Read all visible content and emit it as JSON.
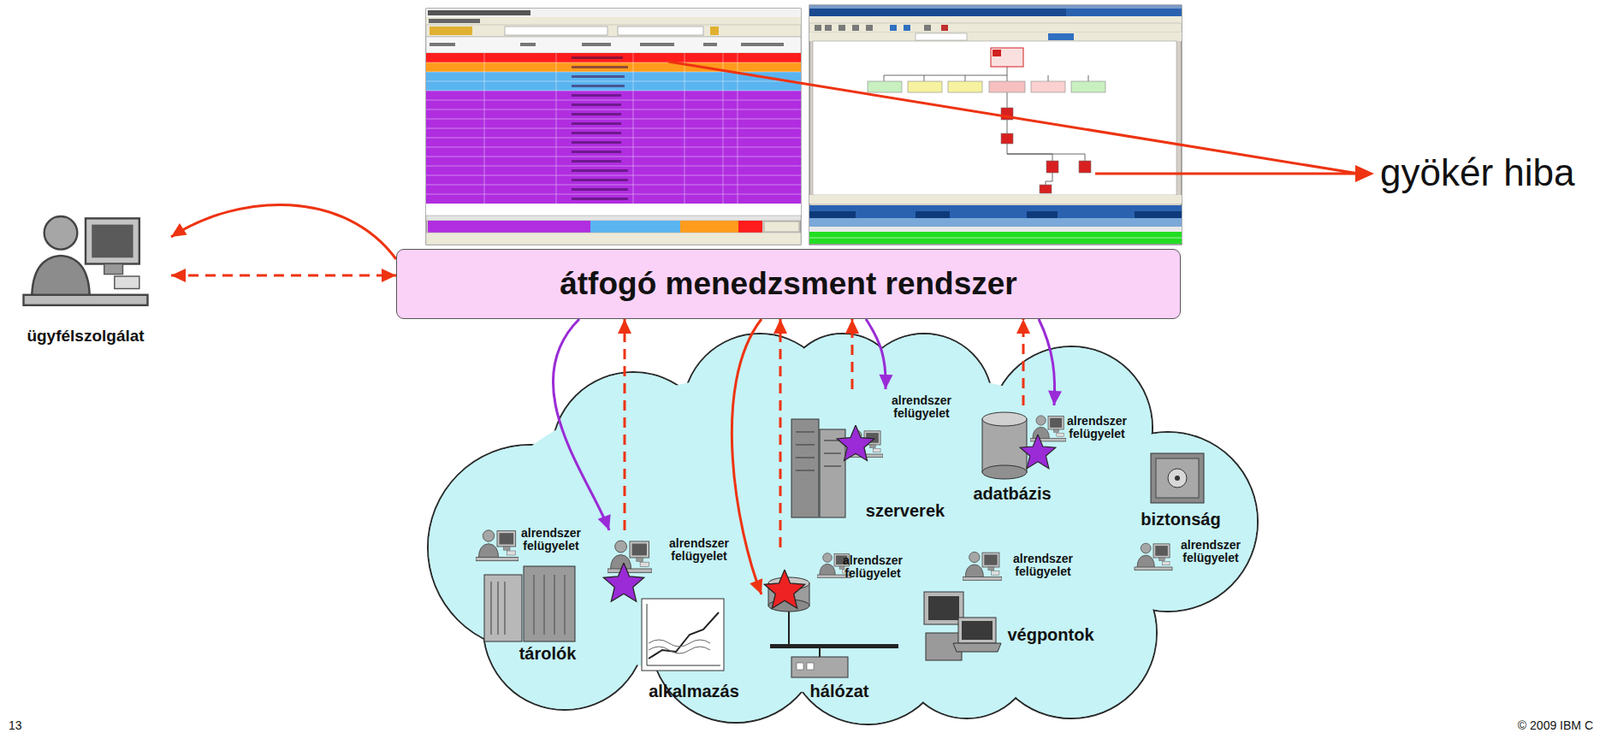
{
  "diagram": {
    "nodes": [
      {
        "text": [
          "ügyfélszolgálat"
        ]
      },
      {
        "text": [
          "átfogó menedzsment rendszer"
        ]
      },
      {
        "text": [
          "alrendszer felügyelet",
          "tárolók"
        ]
      },
      {
        "text": [
          "alrendszer felügyelet",
          "alkalmazás"
        ]
      },
      {
        "text": [
          "alrendszer felügyelet",
          "hálózat"
        ]
      },
      {
        "text": [
          "alrendszer felügyelet",
          "szerverek"
        ]
      },
      {
        "text": [
          "alrendszer felügyelet",
          "adatbázis"
        ]
      },
      {
        "text": [
          "alrendszer felügyelet",
          "biztonság"
        ]
      },
      {
        "text": [
          "alrendszer felügyelet",
          "végpontok"
        ]
      }
    ],
    "edges": [
      {
        "from": 1,
        "to": 0,
        "arrow": "to"
      },
      {
        "from": 0,
        "to": 1,
        "arrow": "both"
      },
      {
        "from": 1,
        "to": 3,
        "arrow": "to"
      },
      {
        "from": 3,
        "to": 1,
        "arrow": "to"
      },
      {
        "from": 1,
        "to": 4,
        "arrow": "to"
      },
      {
        "from": 4,
        "to": 1,
        "arrow": "to"
      },
      {
        "from": 5,
        "to": 1,
        "arrow": "to"
      },
      {
        "from": 1,
        "to": 5,
        "arrow": "to"
      },
      {
        "from": 6,
        "to": 1,
        "arrow": "to"
      },
      {
        "from": 1,
        "to": 6,
        "arrow": "to"
      }
    ],
    "labels": [
      "gyökér hiba",
      "13",
      "© 2009 IBM C"
    ]
  }
}
